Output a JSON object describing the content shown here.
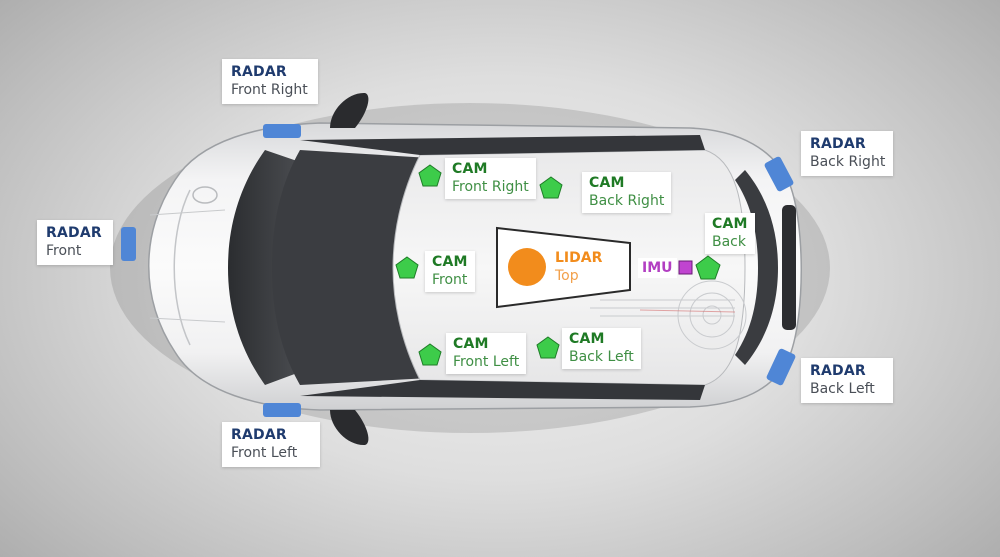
{
  "sensors": {
    "radar_front_right": {
      "type": "RADAR",
      "position": "Front Right"
    },
    "radar_front": {
      "type": "RADAR",
      "position": "Front"
    },
    "radar_front_left": {
      "type": "RADAR",
      "position": "Front Left"
    },
    "radar_back_right": {
      "type": "RADAR",
      "position": "Back Right"
    },
    "radar_back_left": {
      "type": "RADAR",
      "position": "Back Left"
    },
    "cam_front_right": {
      "type": "CAM",
      "position": "Front Right"
    },
    "cam_back_right": {
      "type": "CAM",
      "position": "Back Right"
    },
    "cam_front": {
      "type": "CAM",
      "position": "Front"
    },
    "cam_back": {
      "type": "CAM",
      "position": "Back"
    },
    "cam_front_left": {
      "type": "CAM",
      "position": "Front Left"
    },
    "cam_back_left": {
      "type": "CAM",
      "position": "Back Left"
    },
    "lidar_top": {
      "type": "LIDAR",
      "position": "Top"
    },
    "imu": {
      "type": "IMU"
    }
  },
  "colors": {
    "radar_marker": "#4f86d6",
    "cam_marker": "#3dcc4a",
    "lidar_marker": "#f28c1c",
    "imu_marker": "#c044d0",
    "radar_text": "#1f3b6e",
    "cam_text": "#1f7a25"
  },
  "icons": [
    "car-top-view",
    "radar-marker",
    "camera-pentagon-marker",
    "lidar-circle-marker",
    "imu-square-marker"
  ]
}
